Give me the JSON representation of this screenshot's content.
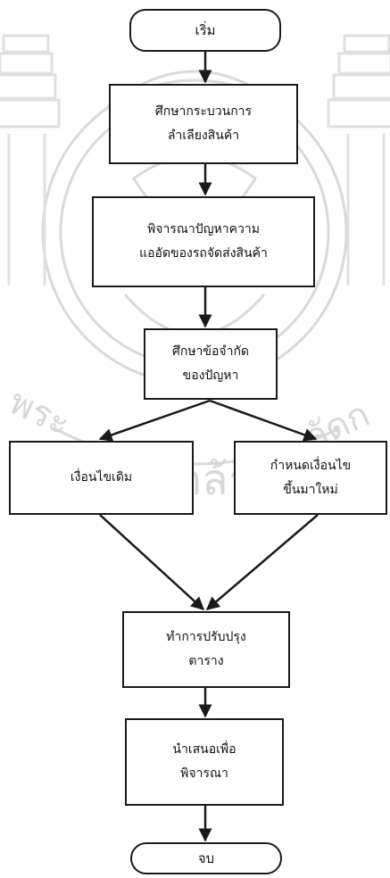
{
  "colors": {
    "line": "#1a1a1a",
    "watermark": "#d9d9d9",
    "background": "#ffffff"
  },
  "watermark": {
    "text_left": "พระ",
    "text_center": "จอมเกล้า",
    "text_right": "ลัดก",
    "icon": "royal-seal-emblem-icon"
  },
  "flow": {
    "start": "เริ่ม",
    "step1": {
      "line1": "ศึกษากระบวนการ",
      "line2": "ลำเลียงสินค้า"
    },
    "step2": {
      "line1": "พิจารณาปัญหาความ",
      "line2": "แออัดของรถจัดส่งสินค้า"
    },
    "step3": {
      "line1": "ศึกษาข้อจำกัด",
      "line2": "ของปัญหา"
    },
    "branch_left": {
      "line1": "เงื่อนไขเดิม"
    },
    "branch_right": {
      "line1": "กำหนดเงื่อนไข",
      "line2": "ขึ้นมาใหม่"
    },
    "step4": {
      "line1": "ทำการปรับปรุง",
      "line2": "ตาราง"
    },
    "step5": {
      "line1": "นำเสนอเพื่อ",
      "line2": "พิจารณา"
    },
    "end": "จบ"
  }
}
